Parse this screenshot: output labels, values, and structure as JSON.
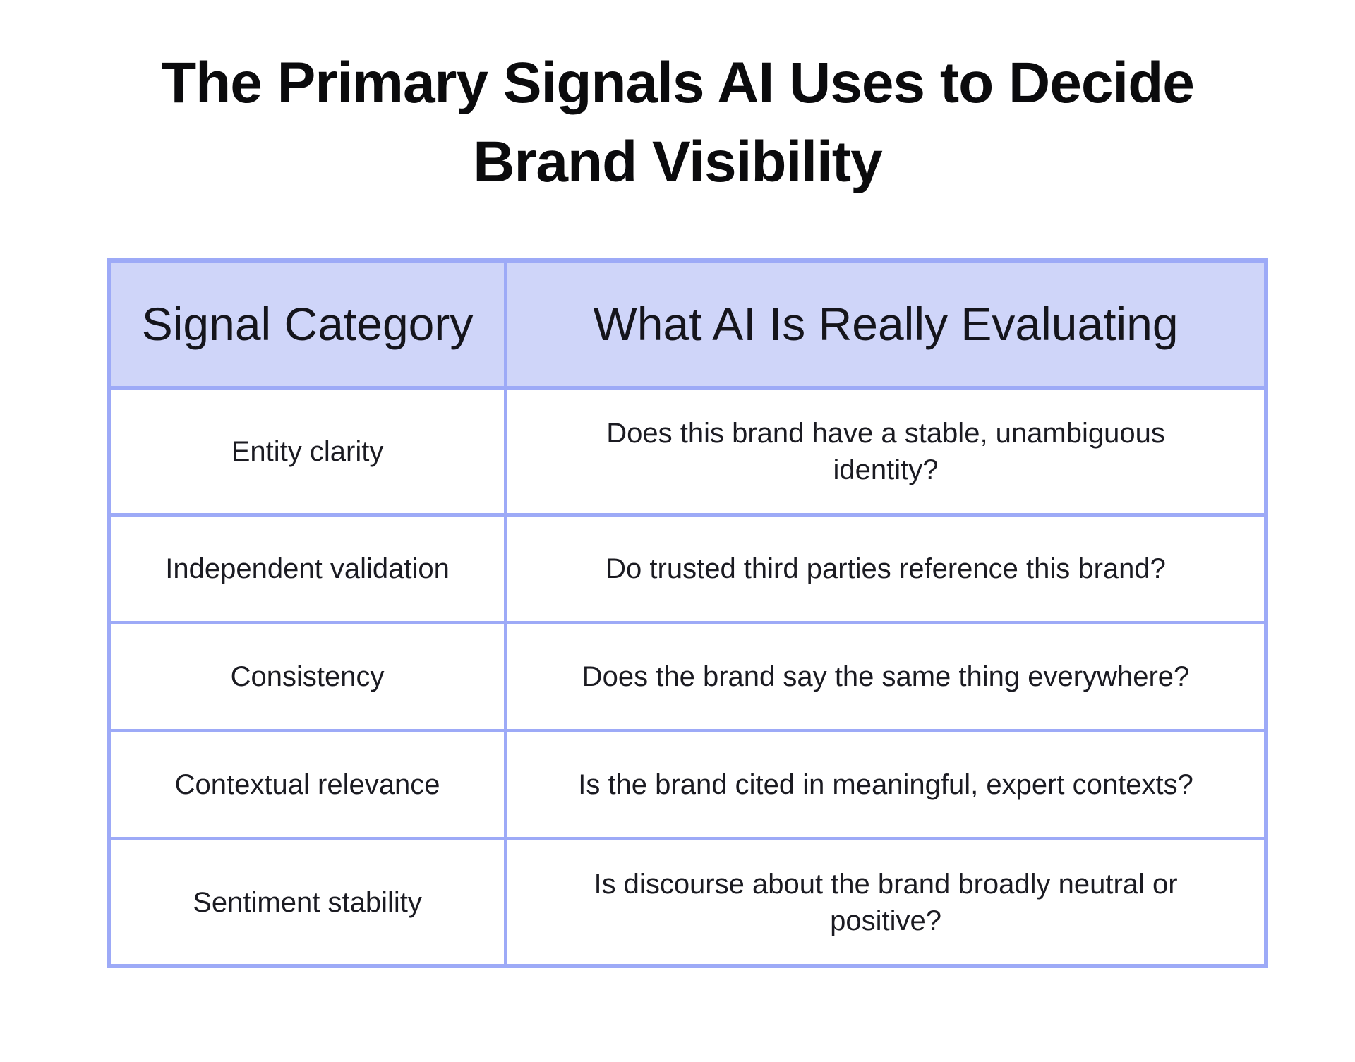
{
  "title": {
    "lines": [
      "The Primary Signals AI Uses to Decide",
      "Brand Visibility"
    ]
  },
  "table": {
    "columns": [
      "Signal Category",
      "What AI Is Really Evaluating"
    ],
    "rows": [
      {
        "category": "Entity clarity",
        "evaluation": "Does this brand have a stable, unambiguous identity?",
        "evaluation_lines": [
          "Does this brand have a stable, unambiguous",
          "identity?"
        ]
      },
      {
        "category": "Independent validation",
        "evaluation": "Do trusted third parties reference this brand?",
        "evaluation_lines": [
          "Do trusted third parties reference this brand?"
        ]
      },
      {
        "category": "Consistency",
        "evaluation": "Does the brand say the same thing everywhere?",
        "evaluation_lines": [
          "Does the brand say the same thing everywhere?"
        ]
      },
      {
        "category": "Contextual relevance",
        "evaluation": "Is the brand cited in meaningful, expert contexts?",
        "evaluation_lines": [
          "Is the brand cited in meaningful, expert contexts?"
        ]
      },
      {
        "category": "Sentiment stability",
        "evaluation": "Is discourse about the brand broadly neutral or positive?",
        "evaluation_lines": [
          "Is discourse about the brand broadly neutral or",
          "positive?"
        ]
      }
    ]
  },
  "colors": {
    "table_border": "#9daaf7",
    "header_fill": "#cfd5f9",
    "row_fill": "#ffffff",
    "title_text": "#0b0b0d",
    "body_text": "#1b1b22"
  }
}
